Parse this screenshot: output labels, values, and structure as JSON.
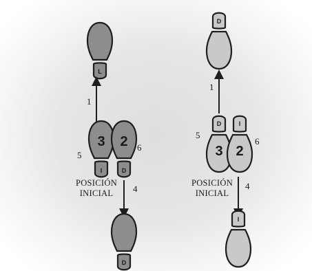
{
  "left": {
    "step_1": "1",
    "step_5": "5",
    "step_6": "6",
    "step_4": "4",
    "foot_left_number": "3",
    "foot_right_number": "2",
    "heel_top": "L",
    "heel_left": "I",
    "heel_right": "D",
    "heel_bottom": "D",
    "caption_line1": "POSICIÓN",
    "caption_line2": "INICIAL"
  },
  "right": {
    "step_1": "1",
    "step_5": "5",
    "step_6": "6",
    "step_4": "4",
    "foot_left_number": "3",
    "foot_right_number": "2",
    "heel_top": "D",
    "heel_left": "D",
    "heel_right": "I",
    "heel_bottom": "I",
    "caption_line1": "POSICIÓN",
    "caption_line2": "INICIAL"
  },
  "colors": {
    "dark_fill": "#8d8d8d",
    "light_fill": "#c9c9c9",
    "stroke": "#1e1e1e"
  }
}
